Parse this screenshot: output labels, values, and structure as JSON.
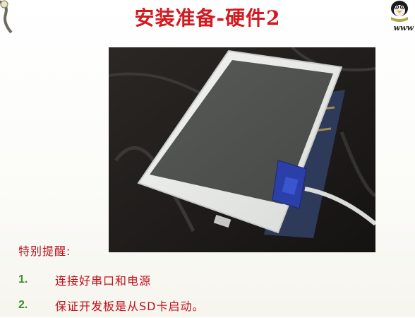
{
  "slide": {
    "title": "安装准备-硬件2",
    "logo_text": "www",
    "photo_icon": "dev-board-photo-icon",
    "reminder_heading": "特别提醒:",
    "items": [
      {
        "number": "1.",
        "text": "连接好串口和电源"
      },
      {
        "number": "2.",
        "text": "保证开发板是从SD卡启动。"
      }
    ]
  },
  "colors": {
    "title": "#d6181f",
    "body_text": "#c2111a",
    "list_number": "#3c8f2e"
  }
}
